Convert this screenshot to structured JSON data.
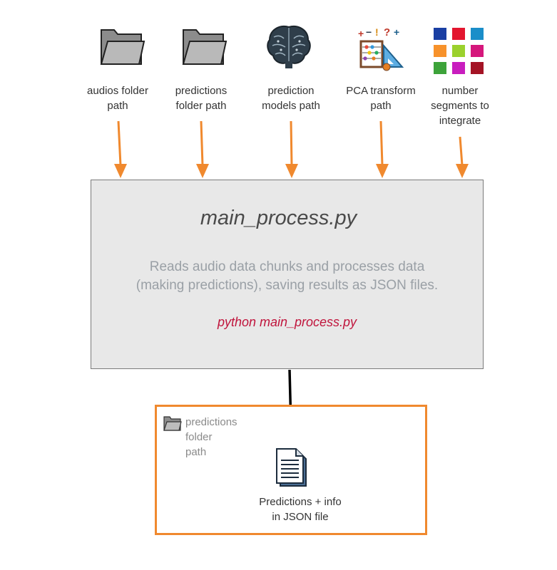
{
  "inputs": [
    {
      "label": "audios folder\npath",
      "icon": "folder-icon"
    },
    {
      "label": "predictions\nfolder path",
      "icon": "folder-icon"
    },
    {
      "label": "prediction\nmodels path",
      "icon": "brain-icon"
    },
    {
      "label": "PCA transform\npath",
      "icon": "math-tools-icon"
    },
    {
      "label": "number\nsegments to\nintegrate",
      "icon": "color-grid-icon"
    }
  ],
  "process": {
    "title": "main_process.py",
    "description": "Reads audio data chunks and processes data\n(making predictions), saving results as JSON files.",
    "command": "python main_process.py"
  },
  "output": {
    "folder_label": "predictions\nfolder\npath",
    "file_label": "Predictions + info\nin JSON file",
    "file_icon": "document-icon"
  },
  "colors": {
    "arrow_orange": "#f0892e",
    "output_border": "#f0892e",
    "command_red": "#c0143c",
    "description_gray": "#9aa0a6",
    "box_fill": "#e8e8e8"
  },
  "color_grid": [
    "#1a3fa3",
    "#e3162f",
    "#1b8ec9",
    "#f7922b",
    "#9bd12d",
    "#d5177c",
    "#3da33a",
    "#c81dbe",
    "#a41325"
  ]
}
